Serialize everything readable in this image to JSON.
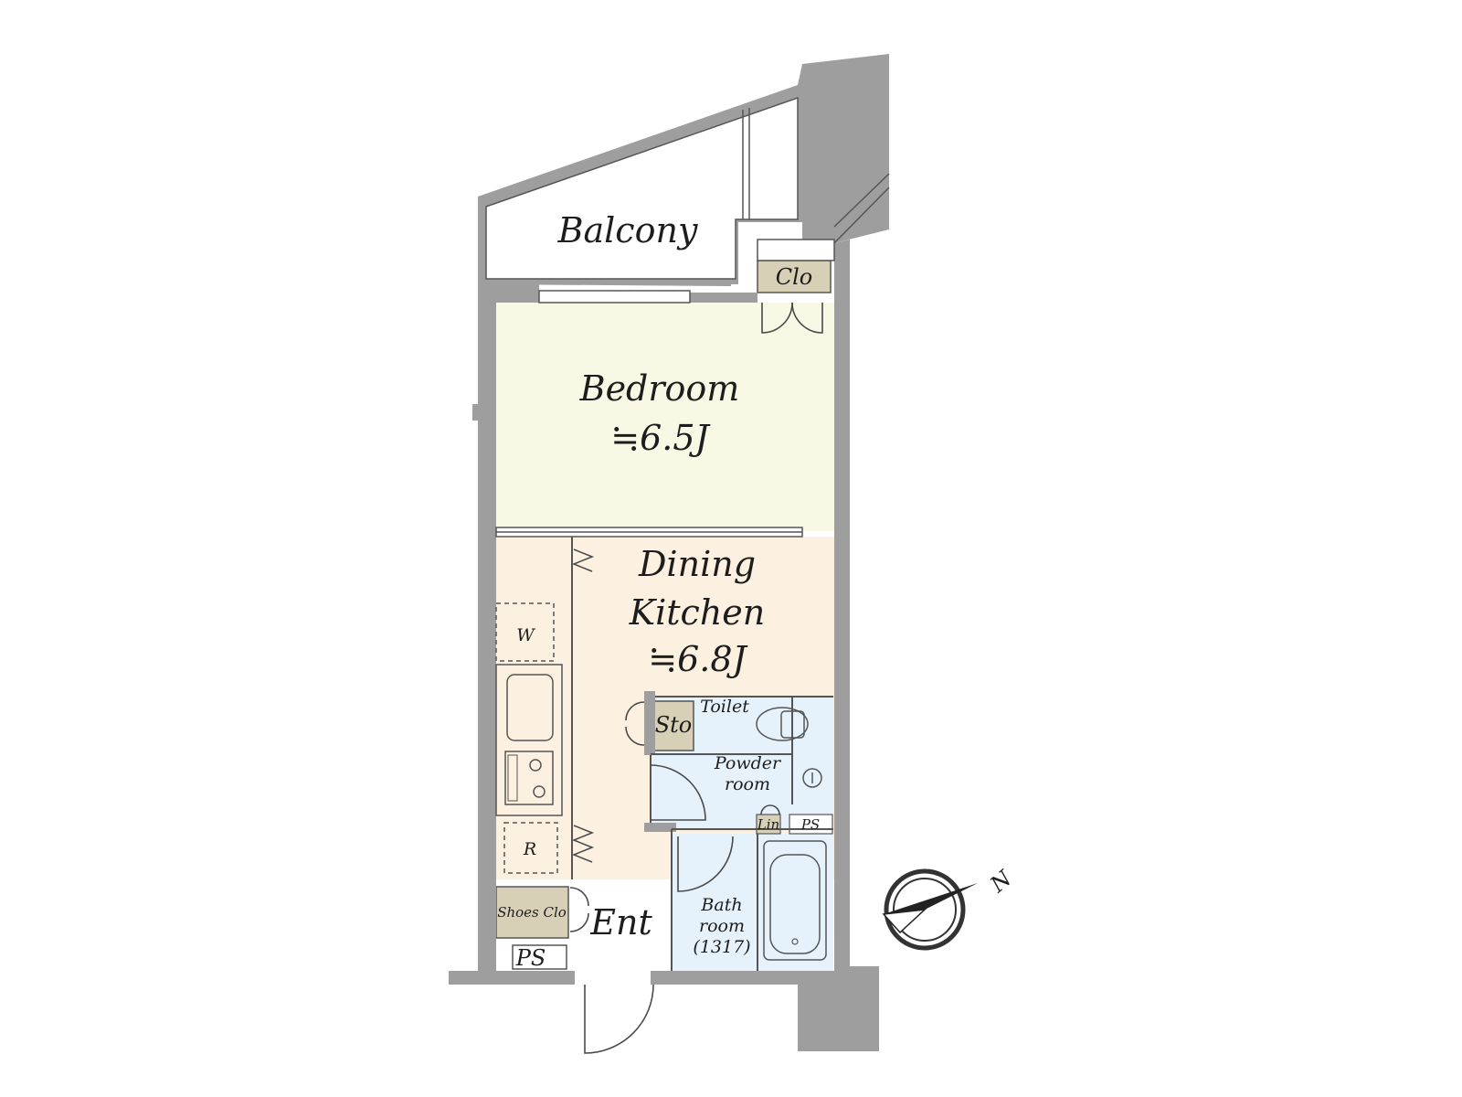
{
  "rooms": {
    "balcony": {
      "label": "Balcony"
    },
    "closet": {
      "label": "Clo"
    },
    "bedroom": {
      "label": "Bedroom",
      "area": "≒6.5J"
    },
    "dining_kitchen": {
      "label_line1": "Dining",
      "label_line2": "Kitchen",
      "area": "≒6.8J"
    },
    "storage": {
      "label": "Sto"
    },
    "toilet": {
      "label": "Toilet"
    },
    "powder_room": {
      "label_line1": "Powder",
      "label_line2": "room"
    },
    "linen": {
      "label": "Lin"
    },
    "ps_upper": {
      "label": "PS"
    },
    "bathroom": {
      "label_line1": "Bath",
      "label_line2": "room",
      "label_line3": "(1317)"
    },
    "washer": {
      "label": "W"
    },
    "refrigerator": {
      "label": "R"
    },
    "shoes_closet": {
      "label": "Shoes Clo"
    },
    "entrance": {
      "label": "Ent"
    },
    "ps_lower": {
      "label": "PS"
    }
  },
  "compass": {
    "north_label": "N"
  },
  "colors": {
    "bedroom_fill": "#f9f8e4",
    "dining_fill": "#fcf0e0",
    "wet_area_fill": "#e6f2fb",
    "storage_fill": "#d7cfb6",
    "wall": "#9e9e9e"
  }
}
